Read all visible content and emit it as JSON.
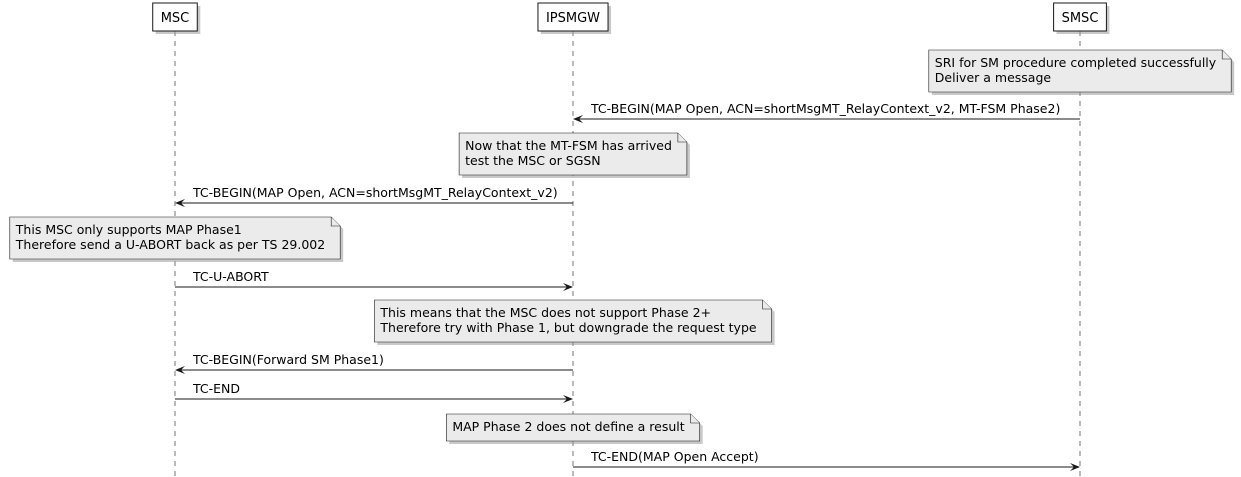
{
  "participants": [
    {
      "id": "msc",
      "label": "MSC"
    },
    {
      "id": "ipsmgw",
      "label": "IPSMGW"
    },
    {
      "id": "smsc",
      "label": "SMSC"
    }
  ],
  "events": [
    {
      "kind": "note",
      "over": "smsc",
      "lines": [
        "SRI for SM procedure completed successfully",
        "Deliver a message"
      ]
    },
    {
      "kind": "message",
      "from": "smsc",
      "to": "ipsmgw",
      "label": "TC-BEGIN(MAP Open, ACN=shortMsgMT_RelayContext_v2, MT-FSM Phase2)"
    },
    {
      "kind": "note",
      "over": "ipsmgw",
      "lines": [
        "Now that the MT-FSM has arrived",
        "test the MSC or SGSN"
      ]
    },
    {
      "kind": "message",
      "from": "ipsmgw",
      "to": "msc",
      "label": "TC-BEGIN(MAP Open, ACN=shortMsgMT_RelayContext_v2)"
    },
    {
      "kind": "note",
      "over": "msc",
      "lines": [
        "This MSC only supports MAP Phase1",
        "Therefore send a U-ABORT back as per TS 29.002"
      ]
    },
    {
      "kind": "message",
      "from": "msc",
      "to": "ipsmgw",
      "label": "TC-U-ABORT"
    },
    {
      "kind": "note",
      "over": "ipsmgw",
      "lines": [
        "This means that the MSC does not support Phase 2+",
        "Therefore try with Phase 1, but downgrade the request type"
      ]
    },
    {
      "kind": "message",
      "from": "ipsmgw",
      "to": "msc",
      "label": "TC-BEGIN(Forward SM Phase1)"
    },
    {
      "kind": "message",
      "from": "msc",
      "to": "ipsmgw",
      "label": "TC-END"
    },
    {
      "kind": "note",
      "over": "ipsmgw",
      "lines": [
        "MAP Phase 2 does not define a result"
      ]
    },
    {
      "kind": "message",
      "from": "ipsmgw",
      "to": "smsc",
      "label": "TC-END(MAP Open Accept)"
    }
  ]
}
